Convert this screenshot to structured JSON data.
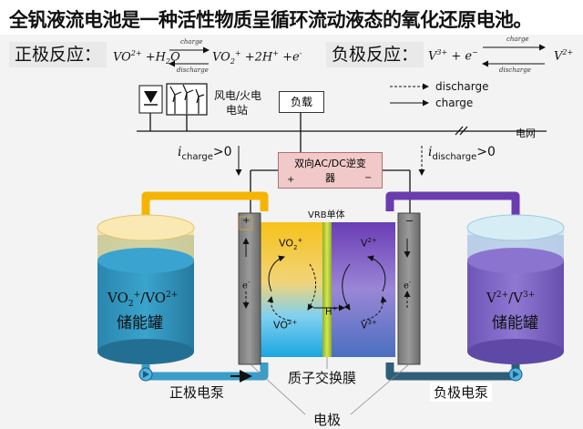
{
  "title": "全钒液流电池是一种活性物质呈循环流动液态的氧化还原电池。",
  "positive": {
    "label": "正极反应：",
    "left": "VO",
    "left_sup": "2+",
    "left_plus": " +H",
    "left_sub": "2",
    "left_o": "O",
    "right": "VO",
    "right_sub": "2",
    "right_sup": "+",
    "right_rest": " +2H",
    "right_sup2": "+",
    "right_e": " +e",
    "right_esup": "-",
    "charge": "charge",
    "discharge": "discharge"
  },
  "negative": {
    "label": "负极反应：",
    "left": "V",
    "left_sup": "3+",
    "left_e": " + e",
    "left_esup": "−",
    "right": "V",
    "right_sup": "2+",
    "charge": "charge",
    "discharge": "discharge"
  },
  "legend": {
    "discharge": "discharge",
    "charge": "charge"
  },
  "source_label": "风电/火电\n电站",
  "source_line1": "风电/火电",
  "source_line2": "电站",
  "load_label": "负载",
  "grid_label": "电网",
  "i_charge": "i",
  "i_charge_sub": "charge",
  "i_charge_val": ">0",
  "i_discharge": "i",
  "i_discharge_sub": "discharge",
  "i_discharge_val": ">0",
  "inverter_line1": "双向AC/DC逆变",
  "inverter_line2": "器",
  "inverter_plus": "+",
  "inverter_minus": "−",
  "cell_label": "VRB单体",
  "left_tank": {
    "line1": "VO2+/VO2+",
    "line1a": "VO",
    "line1a_sub": "2",
    "line1a_sup": "+",
    "line1b": "/VO",
    "line1b_sup": "2+",
    "line2": "储能罐"
  },
  "right_tank": {
    "line1a": "V",
    "line1a_sup": "2+",
    "line1b": "/V",
    "line1b_sup": "3+",
    "line2": "储能罐"
  },
  "ion_vo2p": "VO",
  "ion_vo2p_sub": "2",
  "ion_vo2p_sup": "+",
  "ion_vo2": "VO",
  "ion_vo2_sup": "2+",
  "ion_v2": "V",
  "ion_v2_sup": "2+",
  "ion_v3": "V",
  "ion_v3_sup": "3+",
  "ion_h": "H",
  "ion_h_sup": "+",
  "electrode_e": "e",
  "electrode_e_sup": "-",
  "plus_sign": "+",
  "minus_sign": "−",
  "membrane_label": "质子交换膜",
  "electrode_label": "电极",
  "pump_left": "正极电泵",
  "pump_right": "负极电泵",
  "colors": {
    "positive_tank": "#2b8fb5",
    "negative_tank": "#7b63c4",
    "inverter": "#f2c9c9",
    "pipe_left": "#f5b400",
    "pipe_right": "#6b3bb0",
    "pipe_bottom_left": "#3a9ec8",
    "pipe_bottom_right": "#2f5e78"
  }
}
